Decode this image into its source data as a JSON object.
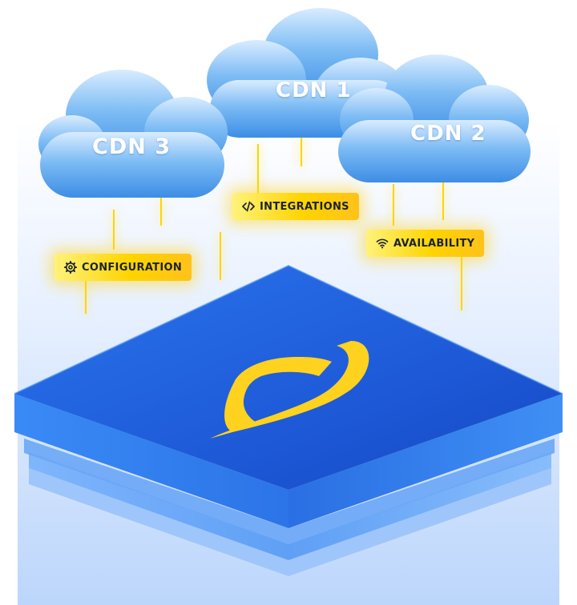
{
  "clouds": [
    {
      "id": "cdn1",
      "label": "CDN 1"
    },
    {
      "id": "cdn2",
      "label": "CDN 2"
    },
    {
      "id": "cdn3",
      "label": "CDN 3"
    }
  ],
  "tags": {
    "integrations": {
      "label": "INTEGRATIONS",
      "icon": "code-icon"
    },
    "availability": {
      "label": "AVAILABILITY",
      "icon": "wifi-icon"
    },
    "configuration": {
      "label": "CONFIGURATION",
      "icon": "gear-icon"
    }
  },
  "platform": {
    "logo": "yellow-swirl-logo"
  },
  "colors": {
    "cloud": "#5aa8ee",
    "tag": "#ffd400",
    "platform_top": "#1e5fe0",
    "platform_edge": "#2f7ef0",
    "logo": "#ffd21f"
  }
}
